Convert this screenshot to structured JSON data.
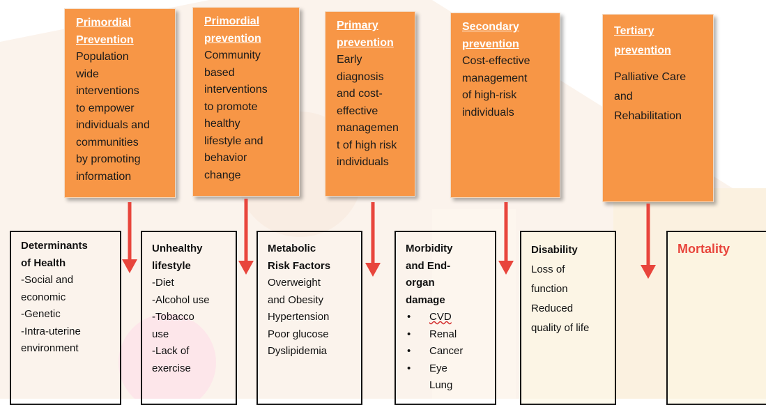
{
  "prevention_levels": [
    {
      "title": [
        "Primordial",
        "Prevention"
      ],
      "body": [
        "Population",
        "wide",
        "interventions",
        "to empower",
        "individuals and",
        "communities",
        "by promoting",
        "information"
      ]
    },
    {
      "title": [
        "Primordial",
        "prevention"
      ],
      "body": [
        "Community",
        "based",
        "interventions",
        "to promote",
        "healthy",
        "lifestyle and",
        "behavior",
        "change"
      ]
    },
    {
      "title": [
        "Primary",
        "prevention"
      ],
      "body": [
        "Early",
        "diagnosis",
        "and cost-",
        "effective",
        "managemen",
        "t of high risk",
        "individuals"
      ]
    },
    {
      "title": [
        "Secondary",
        "prevention"
      ],
      "body": [
        "Cost-effective",
        "management",
        "of high-risk",
        "individuals"
      ]
    },
    {
      "title": [
        "Tertiary",
        "prevention"
      ],
      "body": [
        "Palliative Care",
        "and",
        "Rehabilitation"
      ]
    }
  ],
  "stages": [
    {
      "title": [
        "Determinants",
        "of Health"
      ],
      "lines": [
        "-Social and",
        "economic",
        "-Genetic",
        "-Intra-uterine",
        "environment"
      ]
    },
    {
      "title": [
        "Unhealthy",
        "lifestyle"
      ],
      "lines": [
        "-Diet",
        "-Alcohol use",
        "-Tobacco",
        "use",
        "-Lack of",
        "exercise"
      ]
    },
    {
      "title": [
        "Metabolic",
        "Risk Factors"
      ],
      "lines": [
        "Overweight",
        "and Obesity",
        "Hypertension",
        "Poor glucose",
        "Dyslipidemia"
      ]
    },
    {
      "title": [
        "Morbidity",
        "and End-",
        "organ",
        "damage"
      ],
      "bullets": [
        "CVD",
        "Renal",
        "Cancer",
        "Eye"
      ],
      "after_bullets": [
        "Lung"
      ]
    },
    {
      "title": [
        "Disability"
      ],
      "lines": [
        "Loss of",
        "function",
        "Reduced",
        "quality of life"
      ]
    },
    {
      "title": [
        "Mortality"
      ],
      "lines": []
    }
  ],
  "colors": {
    "box_fill": "#f79646",
    "title_text": "#ffffff",
    "arrow": "#e8453c",
    "mortality": "#e8453c"
  },
  "bullet_symbol": "•"
}
